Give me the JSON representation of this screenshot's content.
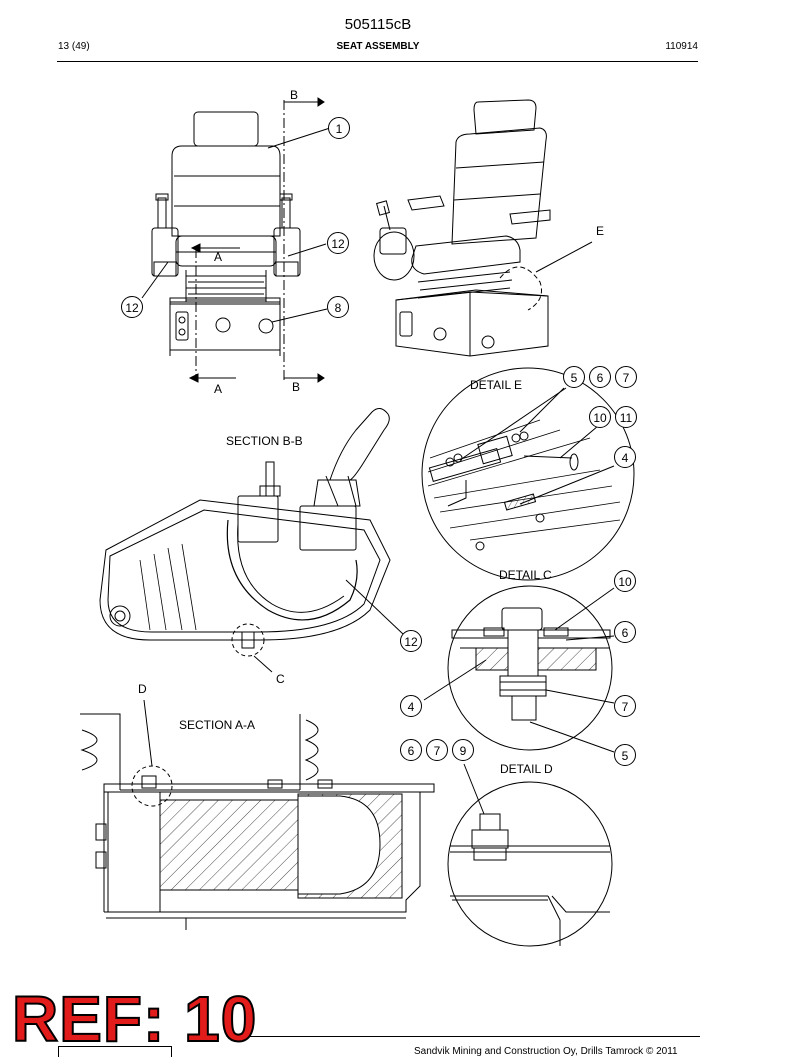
{
  "header": {
    "doc_id": "505115cB",
    "page": "13 (49)",
    "title": "SEAT ASSEMBLY",
    "date_code": "110914"
  },
  "labels": {
    "sec_b_top": "B",
    "sec_a_top": "A",
    "sec_a_bottom": "A",
    "sec_b_bottom": "B",
    "detail_e_marker": "E",
    "detail_e": "DETAIL E",
    "section_bb": "SECTION B-B",
    "detail_c": "DETAIL C",
    "detail_c_marker": "C",
    "detail_d_marker": "D",
    "section_aa": "SECTION A-A",
    "detail_d": "DETAIL D"
  },
  "callouts": {
    "front_seat": "1",
    "front_right_control": "12",
    "front_left_control": "12",
    "front_box": "8",
    "detail_e_a": "5",
    "detail_e_b": "6",
    "detail_e_c": "7",
    "detail_e_d": "10",
    "detail_e_e": "11",
    "detail_e_f": "4",
    "section_bb_part": "12",
    "detail_c_top": "10",
    "detail_c_right": "6",
    "detail_c_left": "4",
    "detail_c_nut": "7",
    "detail_c_bolt": "5",
    "detail_d_a": "6",
    "detail_d_b": "7",
    "detail_d_c": "9"
  },
  "stamp": {
    "text": "REF: 10",
    "color": "#e21b1b"
  },
  "footer": {
    "text": "Sandvik Mining and Construction Oy, Drills Tamrock © 2011"
  }
}
